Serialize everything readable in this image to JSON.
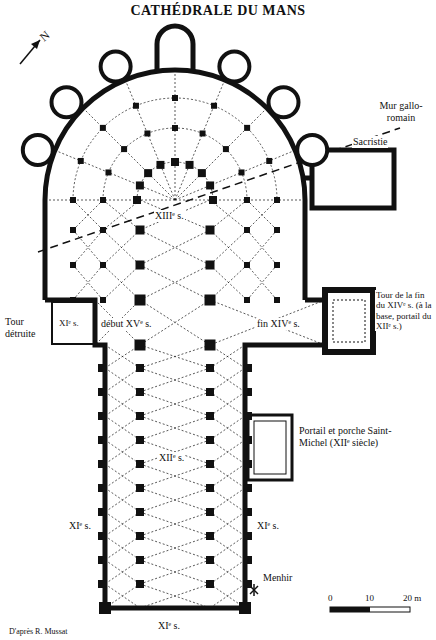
{
  "diagram": {
    "title": "CATHÉDRALE DU MANS",
    "labels": [
      "N",
      "Mur gallo-romain",
      "Sacristie",
      "XIIIᵉ s.",
      "Tour détruite",
      "XIᵉ s.",
      "début XVᵉ s.",
      "fin XIVᵉ s.",
      "Tour de la fin du XIVᵉ s. (à la base, portail du XIIᵉ s.)",
      "XIIᵉ s.",
      "Portail et porche Saint-Michel (XIIᵉ siècle)",
      "XIᵉ s.",
      "XIᵉ s.",
      "Menhir",
      "XIᵉ s.",
      "0",
      "10",
      "20 m",
      "D'après R. Mussat"
    ]
  }
}
